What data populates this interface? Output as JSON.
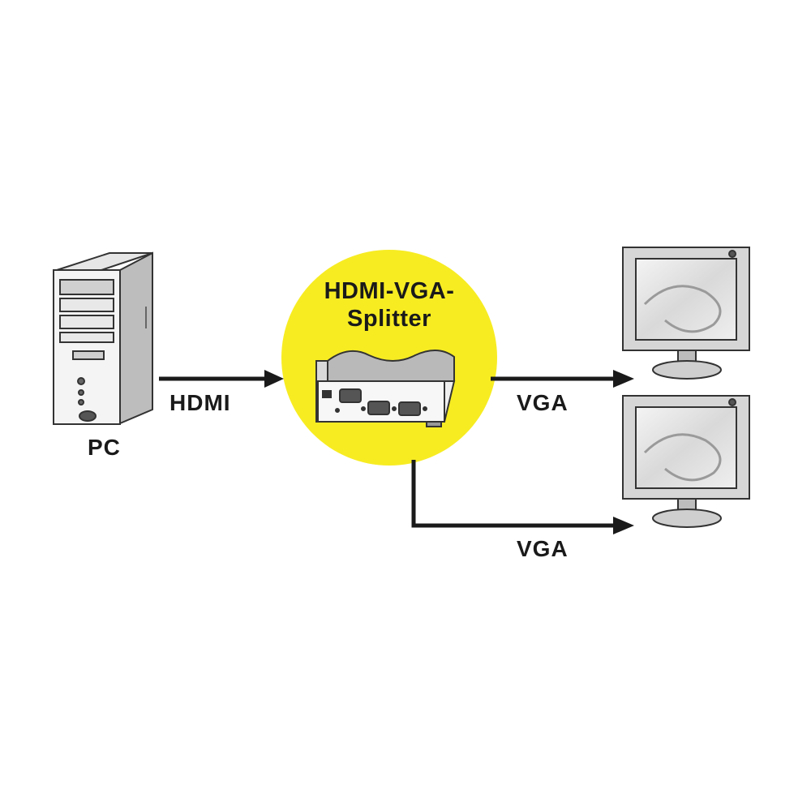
{
  "diagram": {
    "nodes": {
      "pc": {
        "label": "PC",
        "icon": "pc-tower-icon"
      },
      "splitter": {
        "title_line1": "HDMI-VGA-",
        "title_line2": "Splitter",
        "icon": "splitter-device-icon",
        "highlight_color": "#f7ec22"
      },
      "monitor_1": {
        "icon": "monitor-icon"
      },
      "monitor_2": {
        "icon": "monitor-icon"
      }
    },
    "edges": [
      {
        "from": "pc",
        "to": "splitter",
        "label": "HDMI"
      },
      {
        "from": "splitter",
        "to": "monitor_1",
        "label": "VGA"
      },
      {
        "from": "splitter",
        "to": "monitor_2",
        "label": "VGA"
      }
    ],
    "line_color": "#1a1a1a"
  }
}
